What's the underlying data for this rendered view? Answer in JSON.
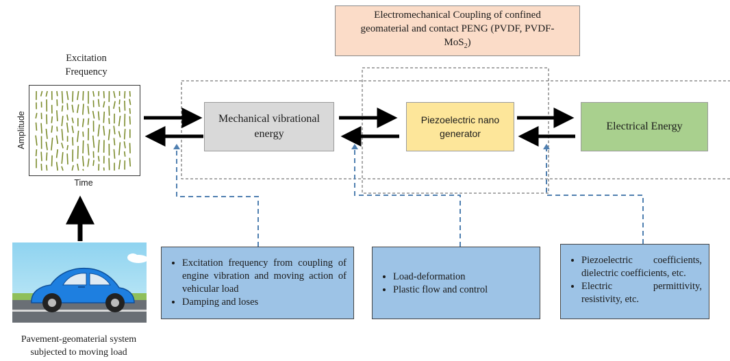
{
  "title_box": {
    "line1": "Electromechanical Coupling of confined",
    "line2": "geomaterial and contact PENG (PVDF, PVDF-",
    "line3_prefix": "MoS",
    "line3_sub": "2",
    "line3_suffix": ")"
  },
  "excitation": {
    "line1": "Excitation",
    "line2": "Frequency"
  },
  "plot": {
    "ylabel": "Amplitude",
    "xlabel": "Time"
  },
  "blocks": {
    "mechanical": {
      "line1": "Mechanical vibrational",
      "line2": "energy"
    },
    "piezo": {
      "line1": "Piezoelectric nano",
      "line2": "generator"
    },
    "electrical": {
      "label": "Electrical Energy"
    }
  },
  "info_boxes": {
    "box1": [
      "Excitation frequency from coupling of engine vibration and moving action of vehicular load",
      "Damping and loses"
    ],
    "box2": [
      "Load-deformation",
      "Plastic flow and control"
    ],
    "box3": [
      "Piezoelectric coefficients, dielectric coefficients, etc.",
      "Electric permittivity, resistivity, etc."
    ]
  },
  "pavement": {
    "line1": "Pavement-geomaterial system",
    "line2": "subjected to moving load"
  },
  "colors": {
    "title_fill": "#fbdcc8",
    "mech_fill": "#d9d9d9",
    "piezo_fill": "#fde69a",
    "elec_fill": "#a9d08e",
    "info_fill": "#9dc3e6",
    "dashed_line": "#4f7fb0",
    "vibration_lines": "#7a8a2a",
    "car_body": "#1e7fe0"
  }
}
